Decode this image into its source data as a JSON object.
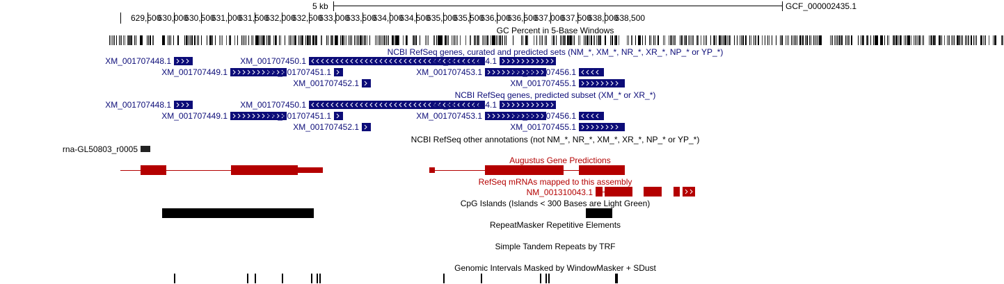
{
  "colors": {
    "refseq": "#0c0c78",
    "augustus": "#b40000",
    "black": "#000000",
    "chevron": "#ffffff"
  },
  "ruler": {
    "scale_label": "5 kb",
    "assembly_label": "GCF_000002435.1",
    "ticks": [
      "629,500",
      "630,000",
      "630,500",
      "631,000",
      "631,500",
      "632,000",
      "632,500",
      "633,000",
      "633,500",
      "634,000",
      "634,500",
      "635,000",
      "635,500",
      "636,000",
      "636,500",
      "637,000",
      "637,500",
      "638,000",
      "638,500"
    ]
  },
  "tracks": {
    "gc_percent": {
      "title": "GC Percent in 5-Base Windows"
    },
    "refseq_all": {
      "title": "NCBI RefSeq genes, curated and predicted sets (NM_*, XM_*, NR_*, XR_*, NP_* or YP_*)",
      "genes": [
        {
          "name": "XM_001707448.1",
          "row": 0,
          "start": 630500,
          "end": 630850,
          "strand": "+"
        },
        {
          "name": "XM_001707450.1",
          "row": 0,
          "start": 633000,
          "end": 636280,
          "strand": "-"
        },
        {
          "name": "XM_001707454.1",
          "row": 0,
          "start": 636550,
          "end": 637600,
          "strand": "+"
        },
        {
          "name": "XM_001707449.1",
          "row": 1,
          "start": 631550,
          "end": 632590,
          "strand": "+"
        },
        {
          "name": "XM_001707451.1",
          "row": 1,
          "start": 633470,
          "end": 633640,
          "strand": "+"
        },
        {
          "name": "XM_001707453.1",
          "row": 1,
          "start": 636280,
          "end": 637420,
          "strand": "+"
        },
        {
          "name": "XM_001707456.1",
          "row": 1,
          "start": 638020,
          "end": 638490,
          "strand": "-"
        },
        {
          "name": "XM_001707452.1",
          "row": 2,
          "start": 633990,
          "end": 634160,
          "strand": "+"
        },
        {
          "name": "XM_001707455.1",
          "row": 2,
          "start": 638020,
          "end": 638880,
          "strand": "+"
        }
      ]
    },
    "refseq_predicted": {
      "title": "NCBI RefSeq genes, predicted subset (XM_* or XR_*)",
      "genes": [
        {
          "name": "XM_001707448.1",
          "row": 0,
          "start": 630500,
          "end": 630850,
          "strand": "+"
        },
        {
          "name": "XM_001707450.1",
          "row": 0,
          "start": 633000,
          "end": 636280,
          "strand": "-"
        },
        {
          "name": "XM_001707454.1",
          "row": 0,
          "start": 636550,
          "end": 637600,
          "strand": "+"
        },
        {
          "name": "XM_001707449.1",
          "row": 1,
          "start": 631550,
          "end": 632590,
          "strand": "+"
        },
        {
          "name": "XM_001707451.1",
          "row": 1,
          "start": 633470,
          "end": 633640,
          "strand": "+"
        },
        {
          "name": "XM_001707453.1",
          "row": 1,
          "start": 636280,
          "end": 637420,
          "strand": "+"
        },
        {
          "name": "XM_001707456.1",
          "row": 1,
          "start": 638020,
          "end": 638490,
          "strand": "-"
        },
        {
          "name": "XM_001707452.1",
          "row": 2,
          "start": 633990,
          "end": 634160,
          "strand": "+"
        },
        {
          "name": "XM_001707455.1",
          "row": 2,
          "start": 638020,
          "end": 638880,
          "strand": "+"
        }
      ]
    },
    "refseq_other": {
      "title": "NCBI RefSeq other annotations (not NM_*, NR_*, XM_*, XR_*, NP_* or YP_*)",
      "features": [
        {
          "name": "rna-GL50803_r0005",
          "start": 629870,
          "end": 630060
        }
      ]
    },
    "augustus": {
      "title": "Augustus Gene Predictions",
      "genes": [
        {
          "line_start": 629500,
          "line_end": 632950,
          "blocks": [
            [
              629880,
              630360
            ],
            [
              631560,
              632800
            ],
            [
              632800,
              633270
            ]
          ]
        },
        {
          "line_start": 635250,
          "line_end": 638880,
          "blocks": [
            [
              635250,
              635350
            ],
            [
              636280,
              637740
            ],
            [
              638020,
              638880
            ]
          ]
        }
      ]
    },
    "refseq_mrna": {
      "title": "RefSeq mRNAs mapped to this assembly",
      "features": [
        {
          "name": "NM_001310043.1",
          "start": 638340,
          "end": 638880,
          "strand": "+"
        }
      ]
    },
    "cpg": {
      "title": "CpG Islands (Islands < 300 Bases are Light Green)",
      "features": [
        {
          "start": 630270,
          "end": 633090
        },
        {
          "start": 638160,
          "end": 638650
        }
      ]
    },
    "repeatmasker": {
      "title": "RepeatMasker Repetitive Elements"
    },
    "trf": {
      "title": "Simple Tandem Repeats by TRF"
    },
    "windowmasker": {
      "title": "Genomic Intervals Masked by WindowMasker + SDust",
      "features": [
        630500,
        631850,
        632000,
        632500,
        633050,
        633150,
        633200,
        635500,
        636200,
        637300,
        637400,
        637450,
        638700,
        638720
      ]
    }
  }
}
